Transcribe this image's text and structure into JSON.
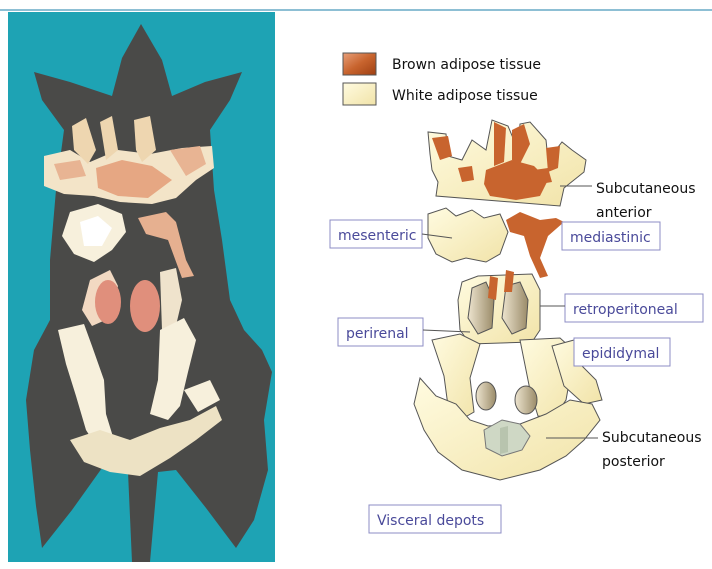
{
  "legend": {
    "brown": {
      "label": "Brown adipose tissue",
      "color": "#c8642e"
    },
    "white": {
      "label": "White adipose tissue",
      "color": "#fbf3c6"
    }
  },
  "labels": {
    "subcutaneous_anterior": [
      "Subcutaneous",
      "anterior"
    ],
    "mesenteric": "mesenteric",
    "mediastinic": "mediastinic",
    "retroperitoneal": "retroperitoneal",
    "perirenal": "perirenal",
    "epididymal": "epididymal",
    "subcutaneous_posterior": [
      "Subcutaneous",
      "posterior"
    ],
    "visceral_depots": "Visceral depots"
  },
  "colors": {
    "photo_background": "#1ea3b4",
    "mouse_silhouette": "#4a4a48",
    "label_border": "#8c8cc4",
    "label_text": "#4a4a9a",
    "frame_line": "#1b7fa8",
    "bat_brown": "#c8642e",
    "wat_white": "#fbf3c6",
    "perirenal_fill": "#b9aa8a",
    "posterior_inner": "#cfd8c5"
  }
}
